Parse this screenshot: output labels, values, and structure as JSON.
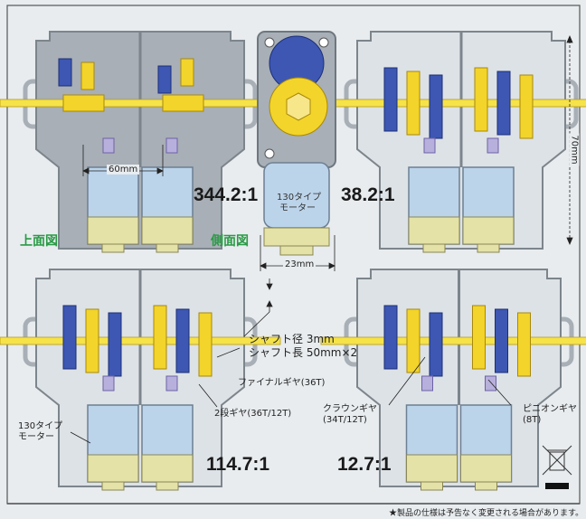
{
  "views": {
    "top": "上面図",
    "side": "側面図"
  },
  "ratios": [
    "344.2:1",
    "38.2:1",
    "114.7:1",
    "12.7:1"
  ],
  "dimensions": {
    "width_top": "60mm",
    "height_right": "70mm",
    "width_side": "23mm"
  },
  "motor_label_side": [
    "130タイプ",
    "モーター"
  ],
  "motor_label_bottom": [
    "130タイプ",
    "モーター"
  ],
  "callouts": {
    "shaft_diameter": "シャフト径 3mm",
    "shaft_length": "シャフト長 50mm×2",
    "final_gear": "ファイナルギヤ(36T)",
    "two_stage_gear": "2段ギヤ(36T/12T)",
    "crown_gear": [
      "クラウンギヤ",
      "(34T/12T)"
    ],
    "pinion_gear": [
      "ピニオンギヤ",
      "(8T)"
    ]
  },
  "footnote": "★製品の仕様は予告なく変更される場合があります。",
  "colors": {
    "housing": "#a8afb6",
    "motor": "#bcd4ea",
    "endcap": "#e4e2a6",
    "blue_gear": "#3d57b3",
    "yellow_gear": "#f3d42a",
    "shaft": "#f6e34a",
    "label_green": "#2a9a45"
  }
}
